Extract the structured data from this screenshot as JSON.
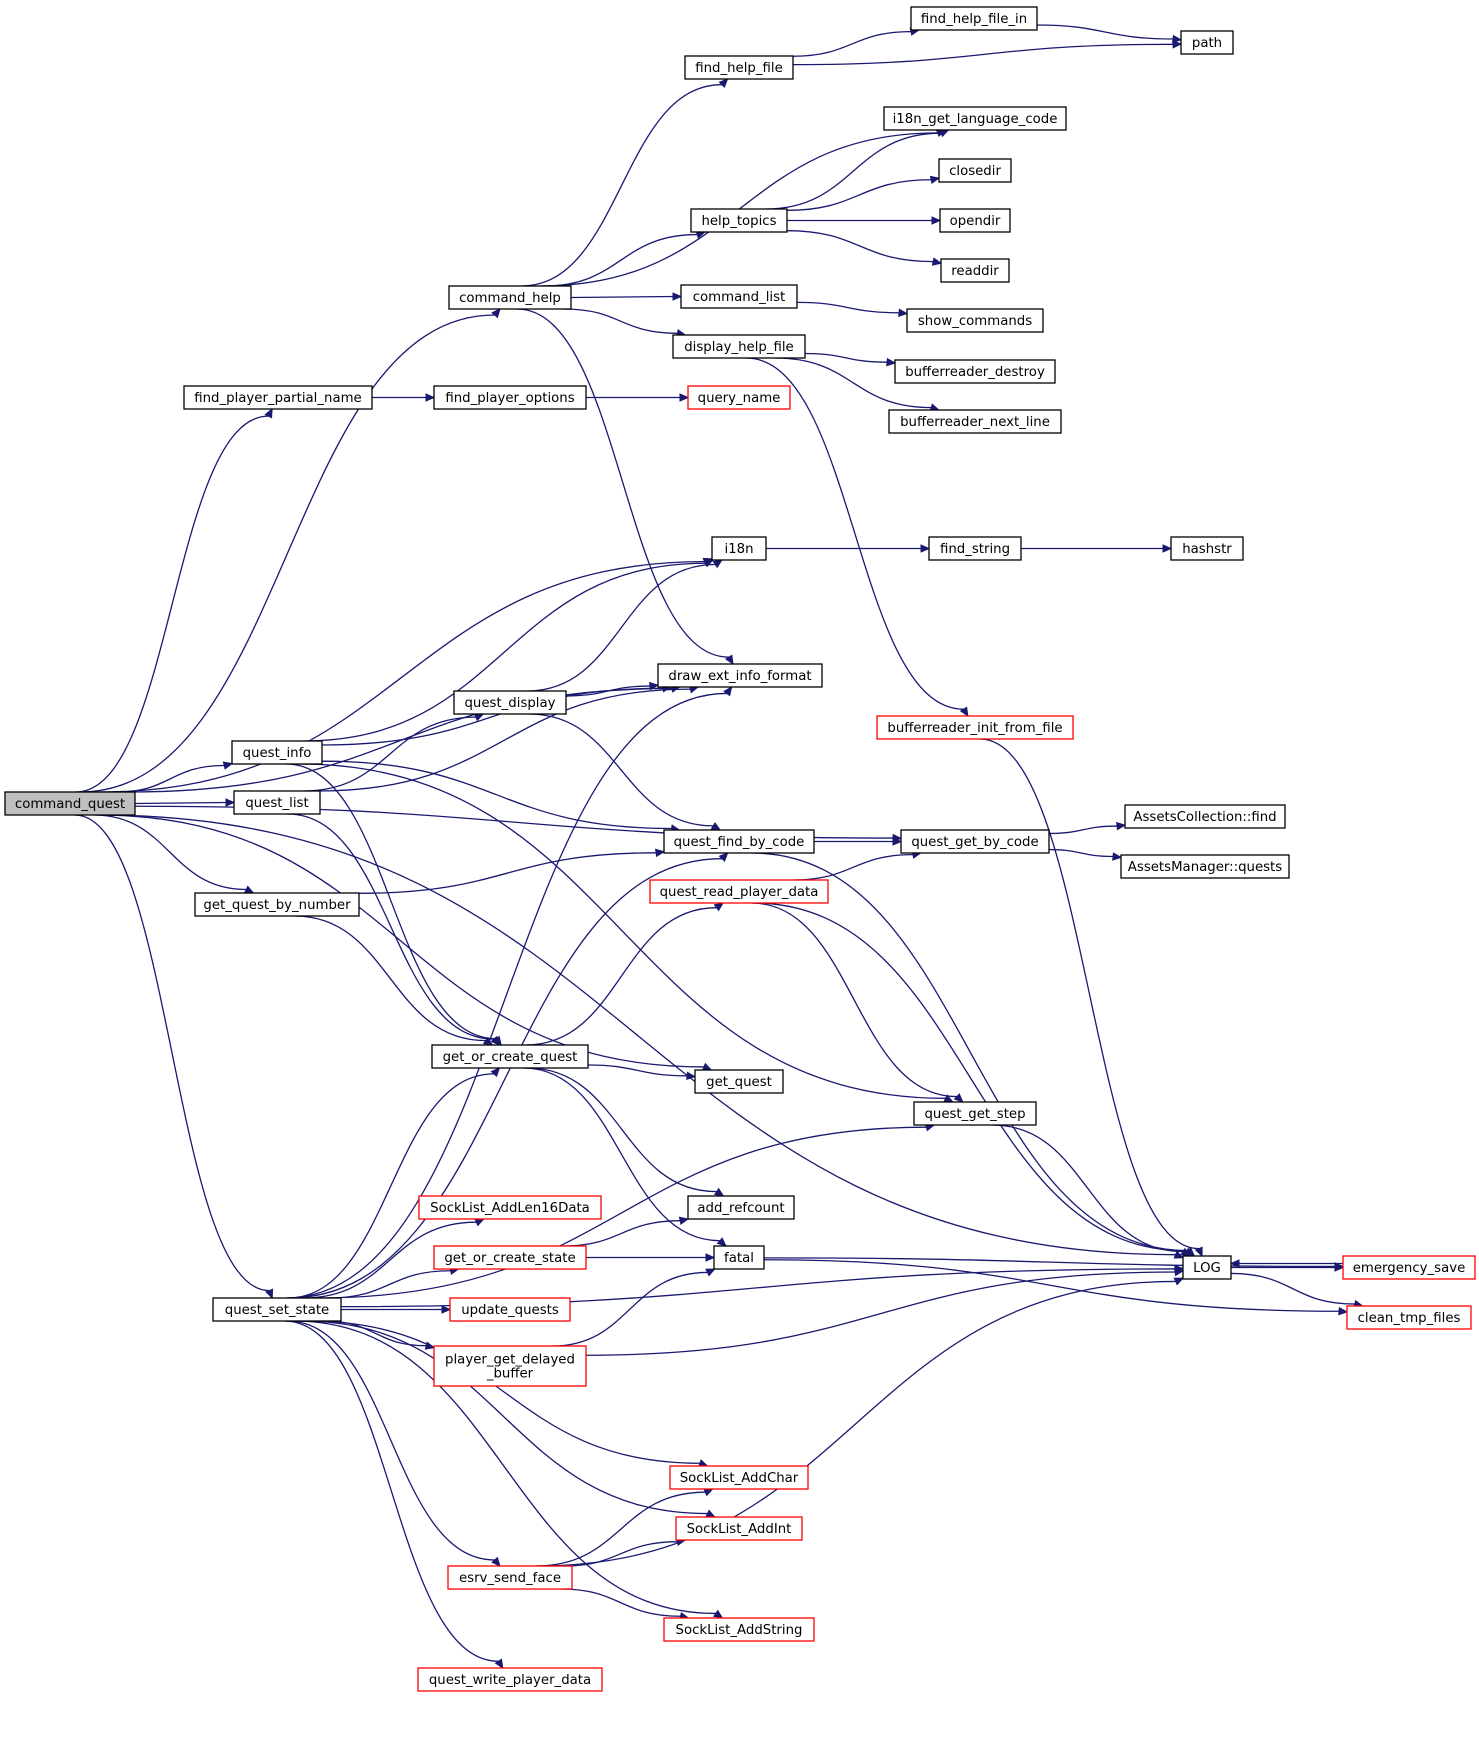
{
  "graph": {
    "root": "command_quest",
    "colors": {
      "edge": "#191970",
      "node_border": "#000000",
      "incomplete_border": "#ff0000",
      "root_fill": "#bfbfbf",
      "node_fill": "#ffffff"
    },
    "nodes": [
      {
        "id": "command_quest",
        "label": "command_quest",
        "root": true
      },
      {
        "id": "command_help",
        "label": "command_help"
      },
      {
        "id": "find_player_partial_name",
        "label": "find_player_partial_name"
      },
      {
        "id": "quest_info",
        "label": "quest_info"
      },
      {
        "id": "quest_list",
        "label": "quest_list"
      },
      {
        "id": "get_quest_by_number",
        "label": "get_quest_by_number"
      },
      {
        "id": "quest_set_state",
        "label": "quest_set_state"
      },
      {
        "id": "find_help_file",
        "label": "find_help_file"
      },
      {
        "id": "find_help_file_in",
        "label": "find_help_file_in"
      },
      {
        "id": "path",
        "label": "path"
      },
      {
        "id": "i18n_get_language_code",
        "label": "i18n_get_language_code"
      },
      {
        "id": "help_topics",
        "label": "help_topics"
      },
      {
        "id": "closedir",
        "label": "closedir"
      },
      {
        "id": "opendir",
        "label": "opendir"
      },
      {
        "id": "readdir",
        "label": "readdir"
      },
      {
        "id": "command_list",
        "label": "command_list"
      },
      {
        "id": "show_commands",
        "label": "show_commands"
      },
      {
        "id": "display_help_file",
        "label": "display_help_file"
      },
      {
        "id": "bufferreader_destroy",
        "label": "bufferreader_destroy"
      },
      {
        "id": "bufferreader_next_line",
        "label": "bufferreader_next_line"
      },
      {
        "id": "find_player_options",
        "label": "find_player_options"
      },
      {
        "id": "query_name",
        "label": "query_name",
        "incomplete": true
      },
      {
        "id": "i18n",
        "label": "i18n"
      },
      {
        "id": "find_string",
        "label": "find_string"
      },
      {
        "id": "hashstr",
        "label": "hashstr"
      },
      {
        "id": "draw_ext_info_format",
        "label": "draw_ext_info_format"
      },
      {
        "id": "quest_display",
        "label": "quest_display"
      },
      {
        "id": "bufferreader_init_from_file",
        "label": "bufferreader_init_from_file",
        "incomplete": true
      },
      {
        "id": "quest_find_by_code",
        "label": "quest_find_by_code"
      },
      {
        "id": "quest_get_by_code",
        "label": "quest_get_by_code"
      },
      {
        "id": "AssetsCollection_find",
        "label": "AssetsCollection::find"
      },
      {
        "id": "AssetsManager_quests",
        "label": "AssetsManager::quests"
      },
      {
        "id": "quest_read_player_data",
        "label": "quest_read_player_data",
        "incomplete": true
      },
      {
        "id": "get_or_create_quest",
        "label": "get_or_create_quest"
      },
      {
        "id": "get_quest",
        "label": "get_quest"
      },
      {
        "id": "quest_get_step",
        "label": "quest_get_step"
      },
      {
        "id": "SockList_AddLen16Data",
        "label": "SockList_AddLen16Data",
        "incomplete": true
      },
      {
        "id": "add_refcount",
        "label": "add_refcount"
      },
      {
        "id": "get_or_create_state",
        "label": "get_or_create_state",
        "incomplete": true
      },
      {
        "id": "fatal",
        "label": "fatal"
      },
      {
        "id": "LOG",
        "label": "LOG"
      },
      {
        "id": "emergency_save",
        "label": "emergency_save",
        "incomplete": true
      },
      {
        "id": "clean_tmp_files",
        "label": "clean_tmp_files",
        "incomplete": true
      },
      {
        "id": "update_quests",
        "label": "update_quests",
        "incomplete": true
      },
      {
        "id": "player_get_delayed_buffer",
        "label": "player_get_delayed\n_buffer",
        "incomplete": true
      },
      {
        "id": "SockList_AddChar",
        "label": "SockList_AddChar",
        "incomplete": true
      },
      {
        "id": "SockList_AddInt",
        "label": "SockList_AddInt",
        "incomplete": true
      },
      {
        "id": "esrv_send_face",
        "label": "esrv_send_face",
        "incomplete": true
      },
      {
        "id": "SockList_AddString",
        "label": "SockList_AddString",
        "incomplete": true
      },
      {
        "id": "quest_write_player_data",
        "label": "quest_write_player_data",
        "incomplete": true
      }
    ],
    "edges": [
      [
        "command_quest",
        "command_help"
      ],
      [
        "command_quest",
        "find_player_partial_name"
      ],
      [
        "command_quest",
        "quest_get_by_code"
      ],
      [
        "command_quest",
        "i18n"
      ],
      [
        "command_quest",
        "draw_ext_info_format"
      ],
      [
        "command_quest",
        "quest_info"
      ],
      [
        "command_quest",
        "quest_list"
      ],
      [
        "command_quest",
        "get_quest_by_number"
      ],
      [
        "command_quest",
        "get_quest"
      ],
      [
        "command_quest",
        "quest_set_state"
      ],
      [
        "command_quest",
        "LOG"
      ],
      [
        "command_help",
        "find_help_file"
      ],
      [
        "command_help",
        "i18n_get_language_code"
      ],
      [
        "command_help",
        "help_topics"
      ],
      [
        "command_help",
        "command_list"
      ],
      [
        "command_help",
        "display_help_file"
      ],
      [
        "command_help",
        "draw_ext_info_format"
      ],
      [
        "find_help_file",
        "find_help_file_in"
      ],
      [
        "find_help_file",
        "path"
      ],
      [
        "find_help_file_in",
        "path"
      ],
      [
        "help_topics",
        "i18n_get_language_code"
      ],
      [
        "help_topics",
        "closedir"
      ],
      [
        "help_topics",
        "opendir"
      ],
      [
        "help_topics",
        "readdir"
      ],
      [
        "command_list",
        "show_commands"
      ],
      [
        "display_help_file",
        "bufferreader_destroy"
      ],
      [
        "display_help_file",
        "bufferreader_next_line"
      ],
      [
        "display_help_file",
        "bufferreader_init_from_file"
      ],
      [
        "find_player_partial_name",
        "find_player_options"
      ],
      [
        "find_player_options",
        "query_name"
      ],
      [
        "i18n",
        "find_string"
      ],
      [
        "find_string",
        "hashstr"
      ],
      [
        "quest_info",
        "i18n"
      ],
      [
        "quest_info",
        "draw_ext_info_format"
      ],
      [
        "quest_info",
        "quest_find_by_code"
      ],
      [
        "quest_info",
        "get_or_create_quest"
      ],
      [
        "quest_info",
        "quest_get_step"
      ],
      [
        "quest_list",
        "draw_ext_info_format"
      ],
      [
        "quest_list",
        "quest_display"
      ],
      [
        "quest_list",
        "get_or_create_quest"
      ],
      [
        "quest_display",
        "i18n"
      ],
      [
        "quest_display",
        "draw_ext_info_format"
      ],
      [
        "quest_display",
        "quest_find_by_code"
      ],
      [
        "get_quest_by_number",
        "quest_find_by_code"
      ],
      [
        "get_quest_by_number",
        "get_or_create_quest"
      ],
      [
        "quest_find_by_code",
        "quest_get_by_code"
      ],
      [
        "quest_find_by_code",
        "LOG"
      ],
      [
        "quest_get_by_code",
        "AssetsCollection_find"
      ],
      [
        "quest_get_by_code",
        "AssetsManager_quests"
      ],
      [
        "quest_read_player_data",
        "quest_get_by_code"
      ],
      [
        "quest_read_player_data",
        "quest_get_step"
      ],
      [
        "quest_read_player_data",
        "LOG"
      ],
      [
        "bufferreader_init_from_file",
        "LOG"
      ],
      [
        "get_or_create_quest",
        "quest_read_player_data"
      ],
      [
        "get_or_create_quest",
        "get_quest"
      ],
      [
        "get_or_create_quest",
        "add_refcount"
      ],
      [
        "get_or_create_quest",
        "fatal"
      ],
      [
        "quest_get_step",
        "LOG"
      ],
      [
        "get_or_create_state",
        "add_refcount"
      ],
      [
        "get_or_create_state",
        "fatal"
      ],
      [
        "fatal",
        "emergency_save"
      ],
      [
        "fatal",
        "clean_tmp_files"
      ],
      [
        "LOG",
        "emergency_save"
      ],
      [
        "LOG",
        "clean_tmp_files"
      ],
      [
        "emergency_save",
        "LOG"
      ],
      [
        "player_get_delayed_buffer",
        "fatal"
      ],
      [
        "player_get_delayed_buffer",
        "LOG"
      ],
      [
        "esrv_send_face",
        "SockList_AddChar"
      ],
      [
        "esrv_send_face",
        "SockList_AddInt"
      ],
      [
        "esrv_send_face",
        "SockList_AddString"
      ],
      [
        "esrv_send_face",
        "LOG"
      ],
      [
        "quest_set_state",
        "draw_ext_info_format"
      ],
      [
        "quest_set_state",
        "quest_find_by_code"
      ],
      [
        "quest_set_state",
        "get_or_create_quest"
      ],
      [
        "quest_set_state",
        "quest_get_step"
      ],
      [
        "quest_set_state",
        "SockList_AddLen16Data"
      ],
      [
        "quest_set_state",
        "get_or_create_state"
      ],
      [
        "quest_set_state",
        "update_quests"
      ],
      [
        "quest_set_state",
        "player_get_delayed_buffer"
      ],
      [
        "quest_set_state",
        "LOG"
      ],
      [
        "quest_set_state",
        "SockList_AddChar"
      ],
      [
        "quest_set_state",
        "SockList_AddInt"
      ],
      [
        "quest_set_state",
        "esrv_send_face"
      ],
      [
        "quest_set_state",
        "SockList_AddString"
      ],
      [
        "quest_set_state",
        "quest_write_player_data"
      ]
    ]
  }
}
